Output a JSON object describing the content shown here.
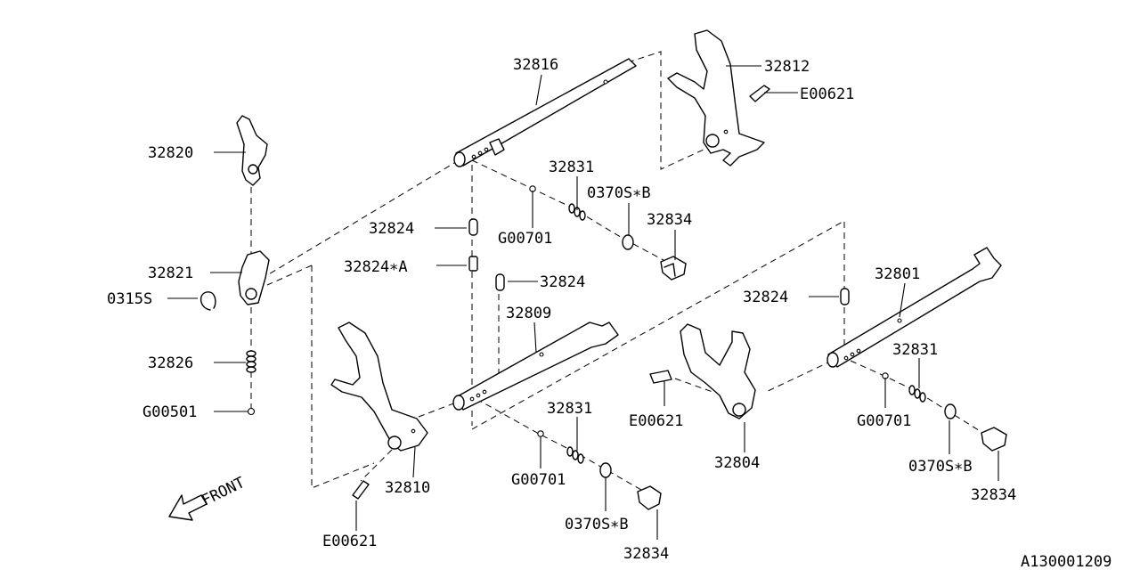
{
  "diagram": {
    "catalog_number": "A130001209",
    "front_label": "FRONT",
    "labels": {
      "p32816": "32816",
      "p32812": "32812",
      "pE00621_top": "E00621",
      "p32820": "32820",
      "p32831_top": "32831",
      "p0370SB_top": "0370S∗B",
      "p32834_top": "32834",
      "p32824_a": "32824",
      "pG00701_top": "G00701",
      "p32824A": "32824∗A",
      "p32821": "32821",
      "p0315S": "0315S",
      "p32824_b": "32824",
      "p32809": "32809",
      "p32824_c": "32824",
      "p32801": "32801",
      "p32831_right": "32831",
      "p32826": "32826",
      "pG00501": "G00501",
      "p32831_mid": "32831",
      "pE00621_mid": "E00621",
      "pG00701_right": "G00701",
      "p32804": "32804",
      "p0370SB_right": "0370S∗B",
      "p32834_right": "32834",
      "p32810": "32810",
      "pG00701_mid": "G00701",
      "p0370SB_mid": "0370S∗B",
      "pE00621_bottom": "E00621",
      "p32834_mid": "32834"
    }
  }
}
